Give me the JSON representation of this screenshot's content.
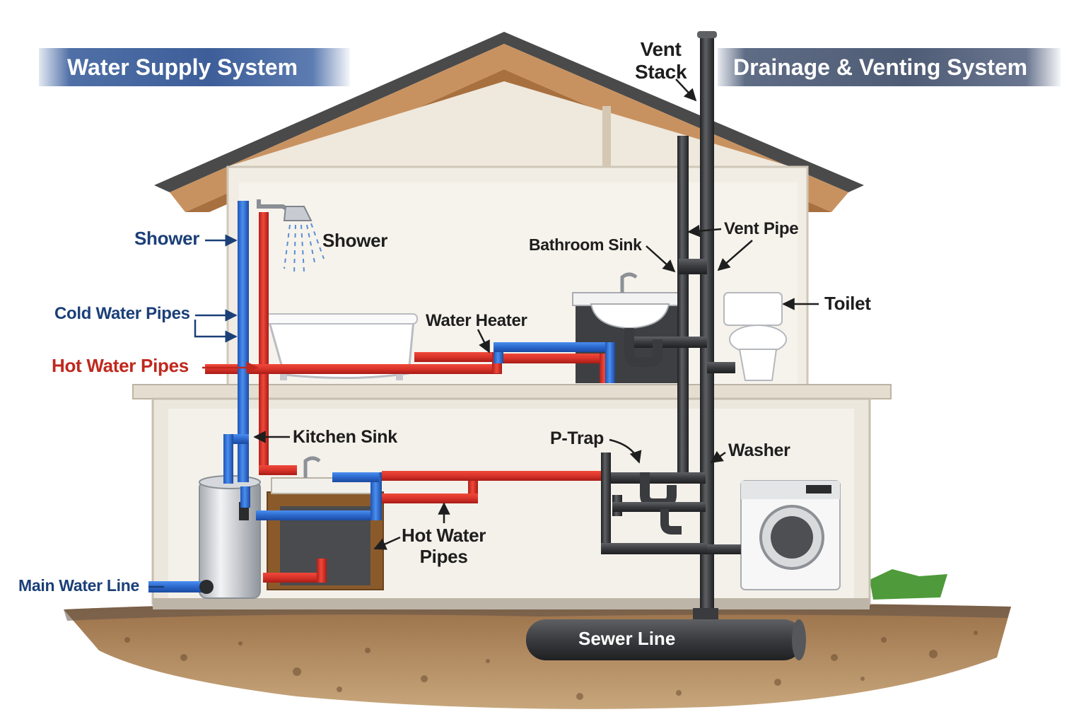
{
  "banners": {
    "water_supply": "Water Supply System",
    "drainage": "Drainage & Venting System"
  },
  "labels": {
    "vent_stack_line1": "Vent",
    "vent_stack_line2": "Stack",
    "shower_left": "Shower",
    "shower": "Shower",
    "cold_water_pipes": "Cold Water Pipes",
    "hot_water_pipes_left": "Hot Water Pipes",
    "main_water_line": "Main Water Line",
    "water_heater": "Water Heater",
    "kitchen_sink": "Kitchen Sink",
    "hot_water_pipes_lower_line1": "Hot Water",
    "hot_water_pipes_lower_line2": "Pipes",
    "bathroom_sink": "Bathroom Sink",
    "vent_pipe": "Vent Pipe",
    "toilet": "Toilet",
    "p_trap": "P-Trap",
    "washer": "Washer",
    "sewer_line": "Sewer Line"
  },
  "colors": {
    "cold_pipe": "#2f6fd0",
    "hot_pipe": "#d8332a",
    "drain_pipe": "#3a3b3e",
    "roof": "#c89260",
    "shingles": "#4a4a4a",
    "wall": "#f1ede4",
    "ground": "#a27b52",
    "label_blue": "#1b3f78",
    "label_red": "#c0281e"
  }
}
